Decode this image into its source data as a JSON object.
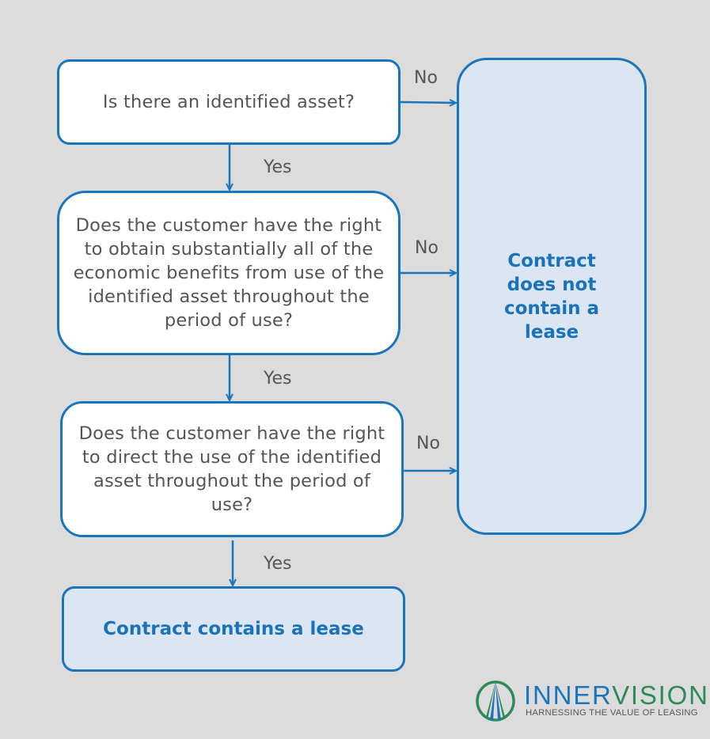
{
  "questions": {
    "q1": "Is there an identified asset?",
    "q2": "Does the customer have the right to obtain substantially all of the economic benefits from use of the identified asset throughout the period of use?",
    "q3": "Does the customer have the right to direct the use of the identified asset throughout the period of use?"
  },
  "outcomes": {
    "no_lease": "Contract does not contain a lease",
    "lease": "Contract contains a lease"
  },
  "labels": {
    "no": "No",
    "yes": "Yes"
  },
  "logo": {
    "name_part1": "INNER",
    "name_part2": "VISION",
    "tagline": "HARNESSING THE VALUE OF LEASING"
  },
  "colors": {
    "background": "#dcdcdc",
    "accent": "#1b75bb",
    "outcome_fill": "#dce6f2",
    "text": "#555555",
    "logo_green": "#2e8b57"
  }
}
